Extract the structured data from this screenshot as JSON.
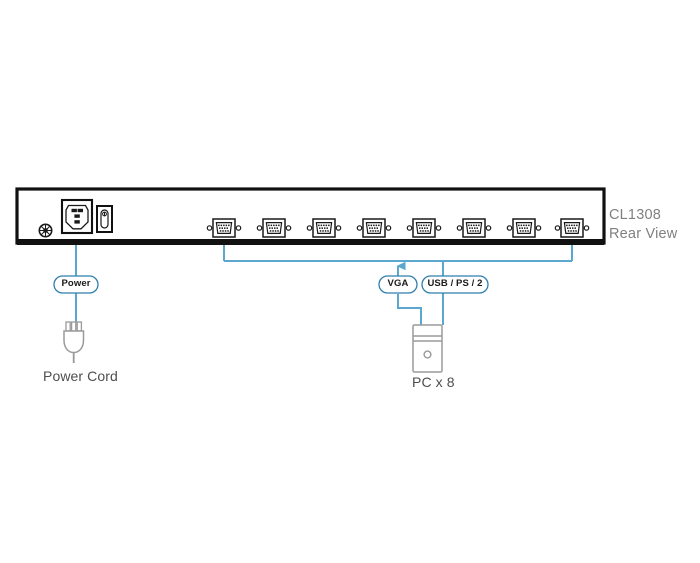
{
  "diagram": {
    "type": "rear-panel-connection-diagram",
    "device": {
      "model": "CL1308",
      "view_label": "Rear View",
      "caption_line1": "CL1308",
      "caption_line2": "Rear View",
      "ports": {
        "vga_count": 8,
        "port_type": "HDB-15 VGA",
        "has_power_inlet": true,
        "power_inlet_type": "IEC C14",
        "has_power_switch": true,
        "has_grounding_terminal": true
      }
    },
    "callouts": [
      {
        "id": "power",
        "label": "Power"
      },
      {
        "id": "vga",
        "label": "VGA"
      },
      {
        "id": "usb-ps2",
        "label": "USB / PS / 2"
      }
    ],
    "peripherals": [
      {
        "id": "power-cord",
        "label": "Power Cord"
      },
      {
        "id": "pc",
        "label": "PC x 8"
      }
    ],
    "colors": {
      "line_blue": "#5ba7cf",
      "pill_border": "#2f7fad",
      "chassis_black": "#111111",
      "caption_gray": "#808080",
      "text_dark": "#4d4d4d",
      "device_fill": "#ffffff",
      "icon_gray": "#9a9a9a"
    }
  }
}
